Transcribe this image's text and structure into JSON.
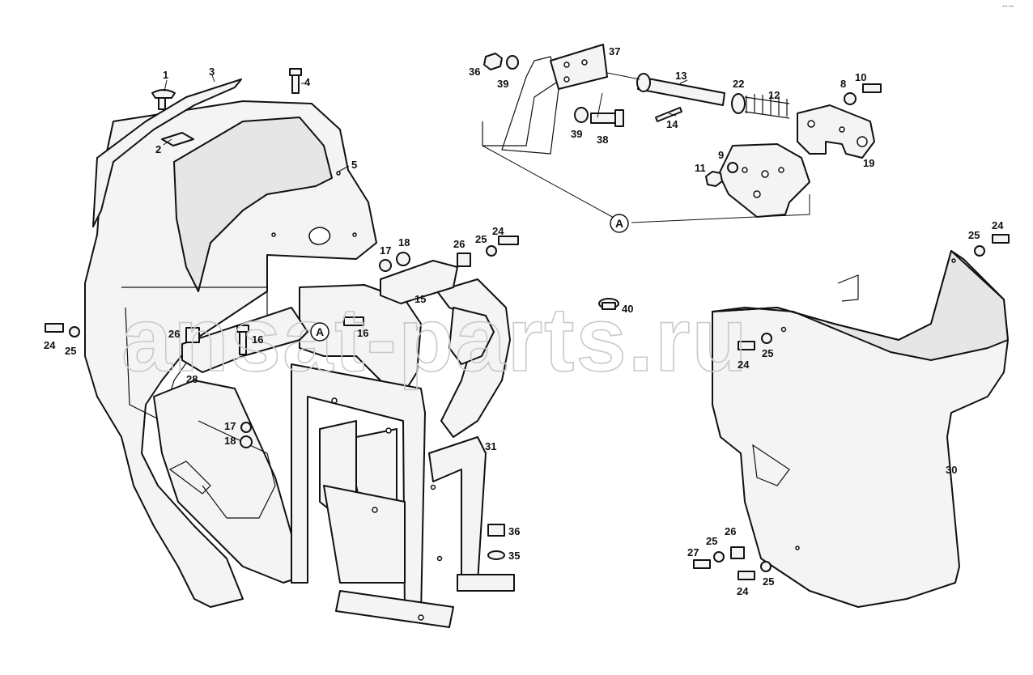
{
  "watermark": "ansat-parts.ru",
  "corner_mark": "•••  •••",
  "callouts": {
    "detail_a": "A",
    "frame_a": "A"
  },
  "labels": {
    "p1": "1",
    "p2": "2",
    "p3": "3",
    "p4": "4",
    "p5": "5",
    "p8": "8",
    "p9": "9",
    "p10": "10",
    "p11": "11",
    "p12": "12",
    "p13": "13",
    "p14": "14",
    "p15": "15",
    "p16a": "16",
    "p16b": "16",
    "p17a": "17",
    "p17b": "17",
    "p18a": "18",
    "p18b": "18",
    "p19": "19",
    "p22": "22",
    "p24a": "24",
    "p24b": "24",
    "p24c": "24",
    "p24d": "24",
    "p24e": "24",
    "p25a": "25",
    "p25b": "25",
    "p25c": "25",
    "p25d": "25",
    "p25e": "25",
    "p25f": "25",
    "p26a": "26",
    "p26b": "26",
    "p26c": "26",
    "p27": "27",
    "p28": "28",
    "p30": "30",
    "p31": "31",
    "p35": "35",
    "p36a": "36",
    "p36b": "36",
    "p37": "37",
    "p38": "38",
    "p39a": "39",
    "p39b": "39",
    "p40": "40"
  }
}
